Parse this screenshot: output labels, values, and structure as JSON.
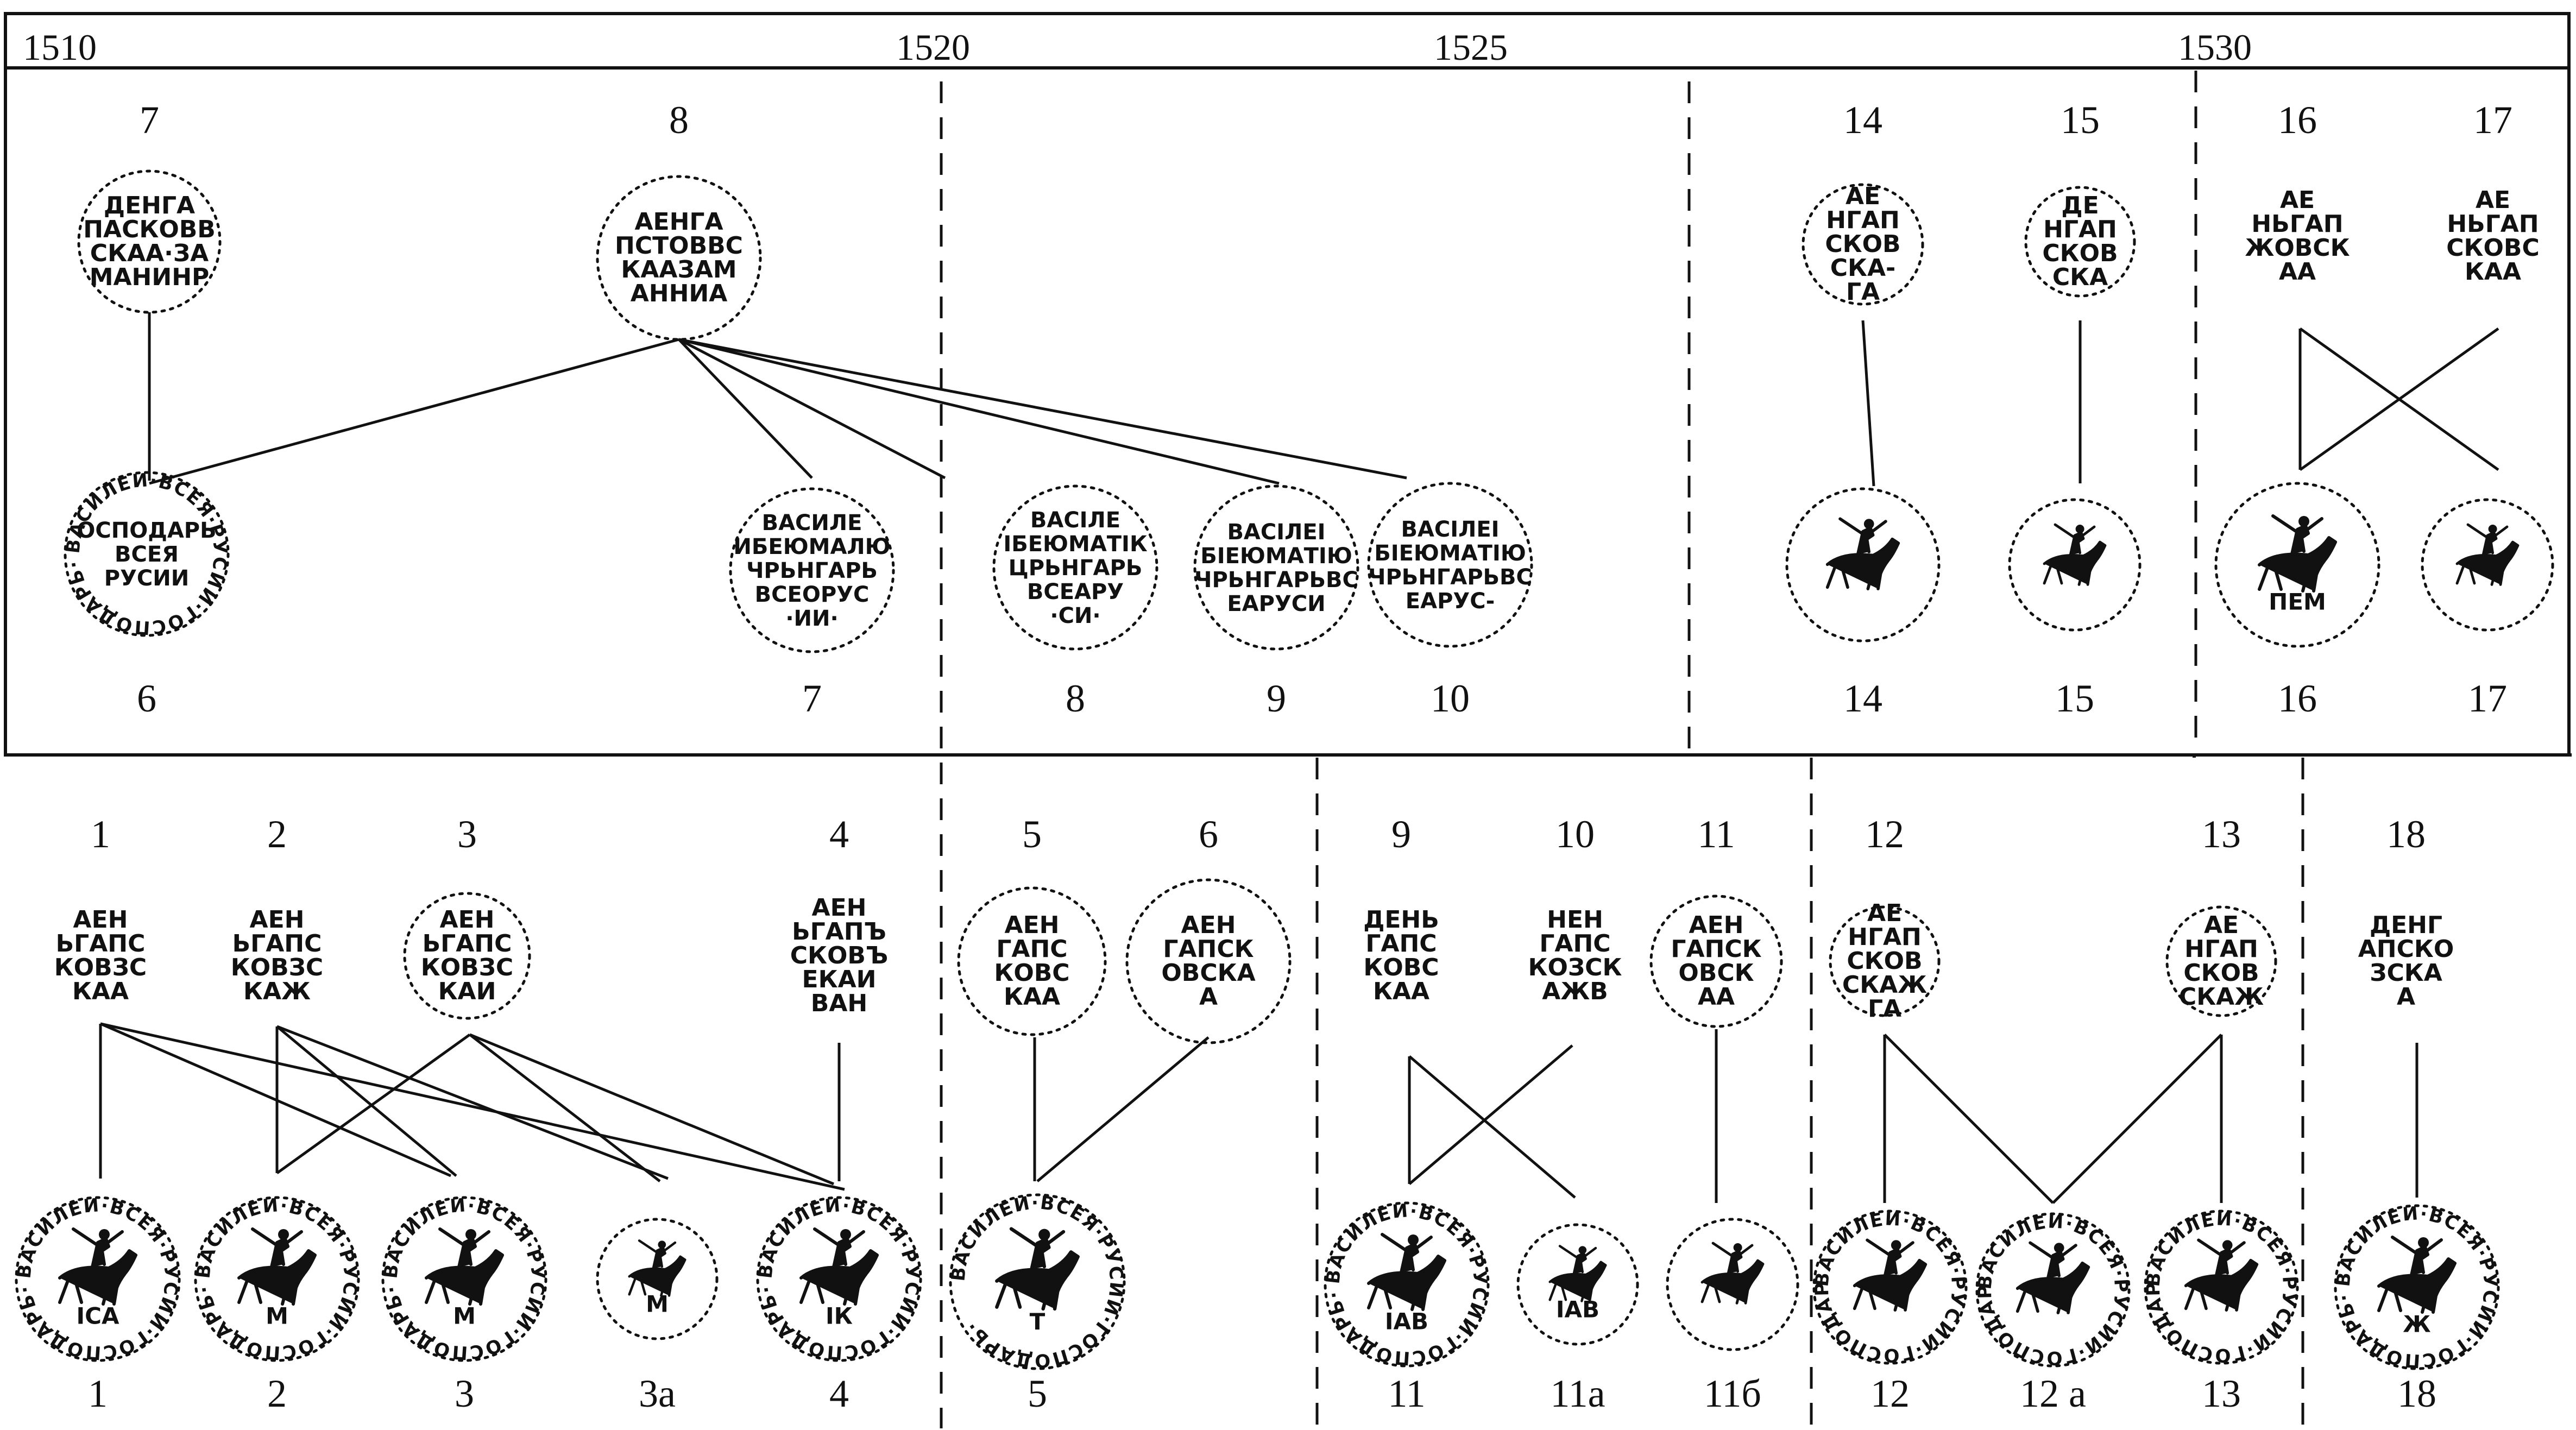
{
  "timeline": {
    "years": [
      "1510",
      "1520",
      "1525",
      "1530"
    ]
  },
  "top_row": {
    "obverses": [
      {
        "label": "7",
        "legend": [
          "ДЕНГА",
          "ПАСКОВВ",
          "СКАА·ЗА",
          "МАНИНР"
        ]
      },
      {
        "label": "8",
        "legend": [
          "АЕНГА",
          "ПСТОВВС",
          "КААЗАМ",
          "АННИА"
        ]
      },
      {
        "label": "14",
        "legend": [
          "АЕ",
          "НГАП",
          "СКОВ",
          "СКА-",
          "ГА"
        ]
      },
      {
        "label": "15",
        "legend": [
          "ДЕ",
          "НГАП",
          "СКОВ",
          "СКА"
        ]
      },
      {
        "label": "16",
        "legend": [
          "АЕ",
          "НЬГАП",
          "ЖОВСК",
          "АА"
        ]
      },
      {
        "label": "17",
        "legend": [
          "АЕ",
          "НЬГАП",
          "СКОВС",
          "КАА"
        ]
      }
    ],
    "reverses": [
      {
        "label": "6",
        "legend": [
          "ОСПОДАРЬ",
          "ВСЕЯ",
          "РУСИИ"
        ]
      },
      {
        "label": "7",
        "legend": [
          "ВАСИЛЕ",
          "ИБЕЮМАЛЮ",
          "ЧРЬНГАРЬ",
          "ВСЕОРУС",
          "·ИИ·"
        ]
      },
      {
        "label": "8",
        "legend": [
          "ВАСІЛЕ",
          "ІБЕЮМАТІК",
          "ЦРЬНГАРЬ",
          "ВСЕАРУ",
          "·СИ·"
        ]
      },
      {
        "label": "9",
        "legend": [
          "ВАСІЛЕІ",
          "БІЕЮМАТІЮ",
          "ЧРЬНГАРЬВС",
          "ЕАРУСИ"
        ]
      },
      {
        "label": "10",
        "legend": [
          "ВАСІЛЕІ",
          "БІЕЮМАТІЮ",
          "ЧРЬНГАРЬВС",
          "ЕАРУС-"
        ]
      },
      {
        "label": "14",
        "mint": ""
      },
      {
        "label": "15",
        "mint": ""
      },
      {
        "label": "16",
        "mint": "ПЕМ"
      },
      {
        "label": "17",
        "mint": ""
      }
    ]
  },
  "bottom_row": {
    "obverses": [
      {
        "label": "1",
        "legend": [
          "АЕН",
          "ЬГАПС",
          "КОВЗС",
          "КАА"
        ]
      },
      {
        "label": "2",
        "legend": [
          "АЕН",
          "ЬГАПС",
          "КОВЗС",
          "КАЖ"
        ]
      },
      {
        "label": "3",
        "legend": [
          "АЕН",
          "ЬГАПС",
          "КОВЗС",
          "КАИ"
        ]
      },
      {
        "label": "4",
        "legend": [
          "АЕН",
          "ЬГАПЪ",
          "СКОВЪ",
          "ЕКАИ",
          "ВАН"
        ]
      },
      {
        "label": "5",
        "legend": [
          "АЕН",
          "ГАПС",
          "КОВС",
          "КАА"
        ]
      },
      {
        "label": "6",
        "legend": [
          "АЕН",
          "ГАПСК",
          "ОВСКА",
          "А"
        ]
      },
      {
        "label": "9",
        "legend": [
          "ДЕНЬ",
          "ГАПС",
          "КОВС",
          "КАА"
        ]
      },
      {
        "label": "10",
        "legend": [
          "НЕН",
          "ГАПС",
          "КОЗСК",
          "АЖВ"
        ]
      },
      {
        "label": "11",
        "legend": [
          "АЕН",
          "ГАПСК",
          "ОВСК",
          "АА"
        ]
      },
      {
        "label": "12",
        "legend": [
          "АЕ",
          "НГАП",
          "СКОВ",
          "СКАЖ",
          "ГА"
        ]
      },
      {
        "label": "13",
        "legend": [
          "АЕ",
          "НГАП",
          "СКОВ",
          "СКАЖ"
        ]
      },
      {
        "label": "18",
        "legend": [
          "ДЕНГ",
          "АПСКО",
          "ЗСКА",
          "А"
        ]
      }
    ],
    "reverses": [
      {
        "label": "1",
        "mint": "ІСА"
      },
      {
        "label": "2",
        "mint": "М"
      },
      {
        "label": "3",
        "mint": "М"
      },
      {
        "label": "3а",
        "mint": "М"
      },
      {
        "label": "4",
        "mint": "ІК"
      },
      {
        "label": "5",
        "mint": "Т"
      },
      {
        "label": "11",
        "mint": "ІАВ"
      },
      {
        "label": "11а",
        "mint": "ІАВ"
      },
      {
        "label": "11б",
        "mint": ""
      },
      {
        "label": "12",
        "mint": ""
      },
      {
        "label": "12 а",
        "mint": ""
      },
      {
        "label": "13",
        "mint": ""
      },
      {
        "label": "18",
        "mint": "Ж"
      }
    ]
  }
}
